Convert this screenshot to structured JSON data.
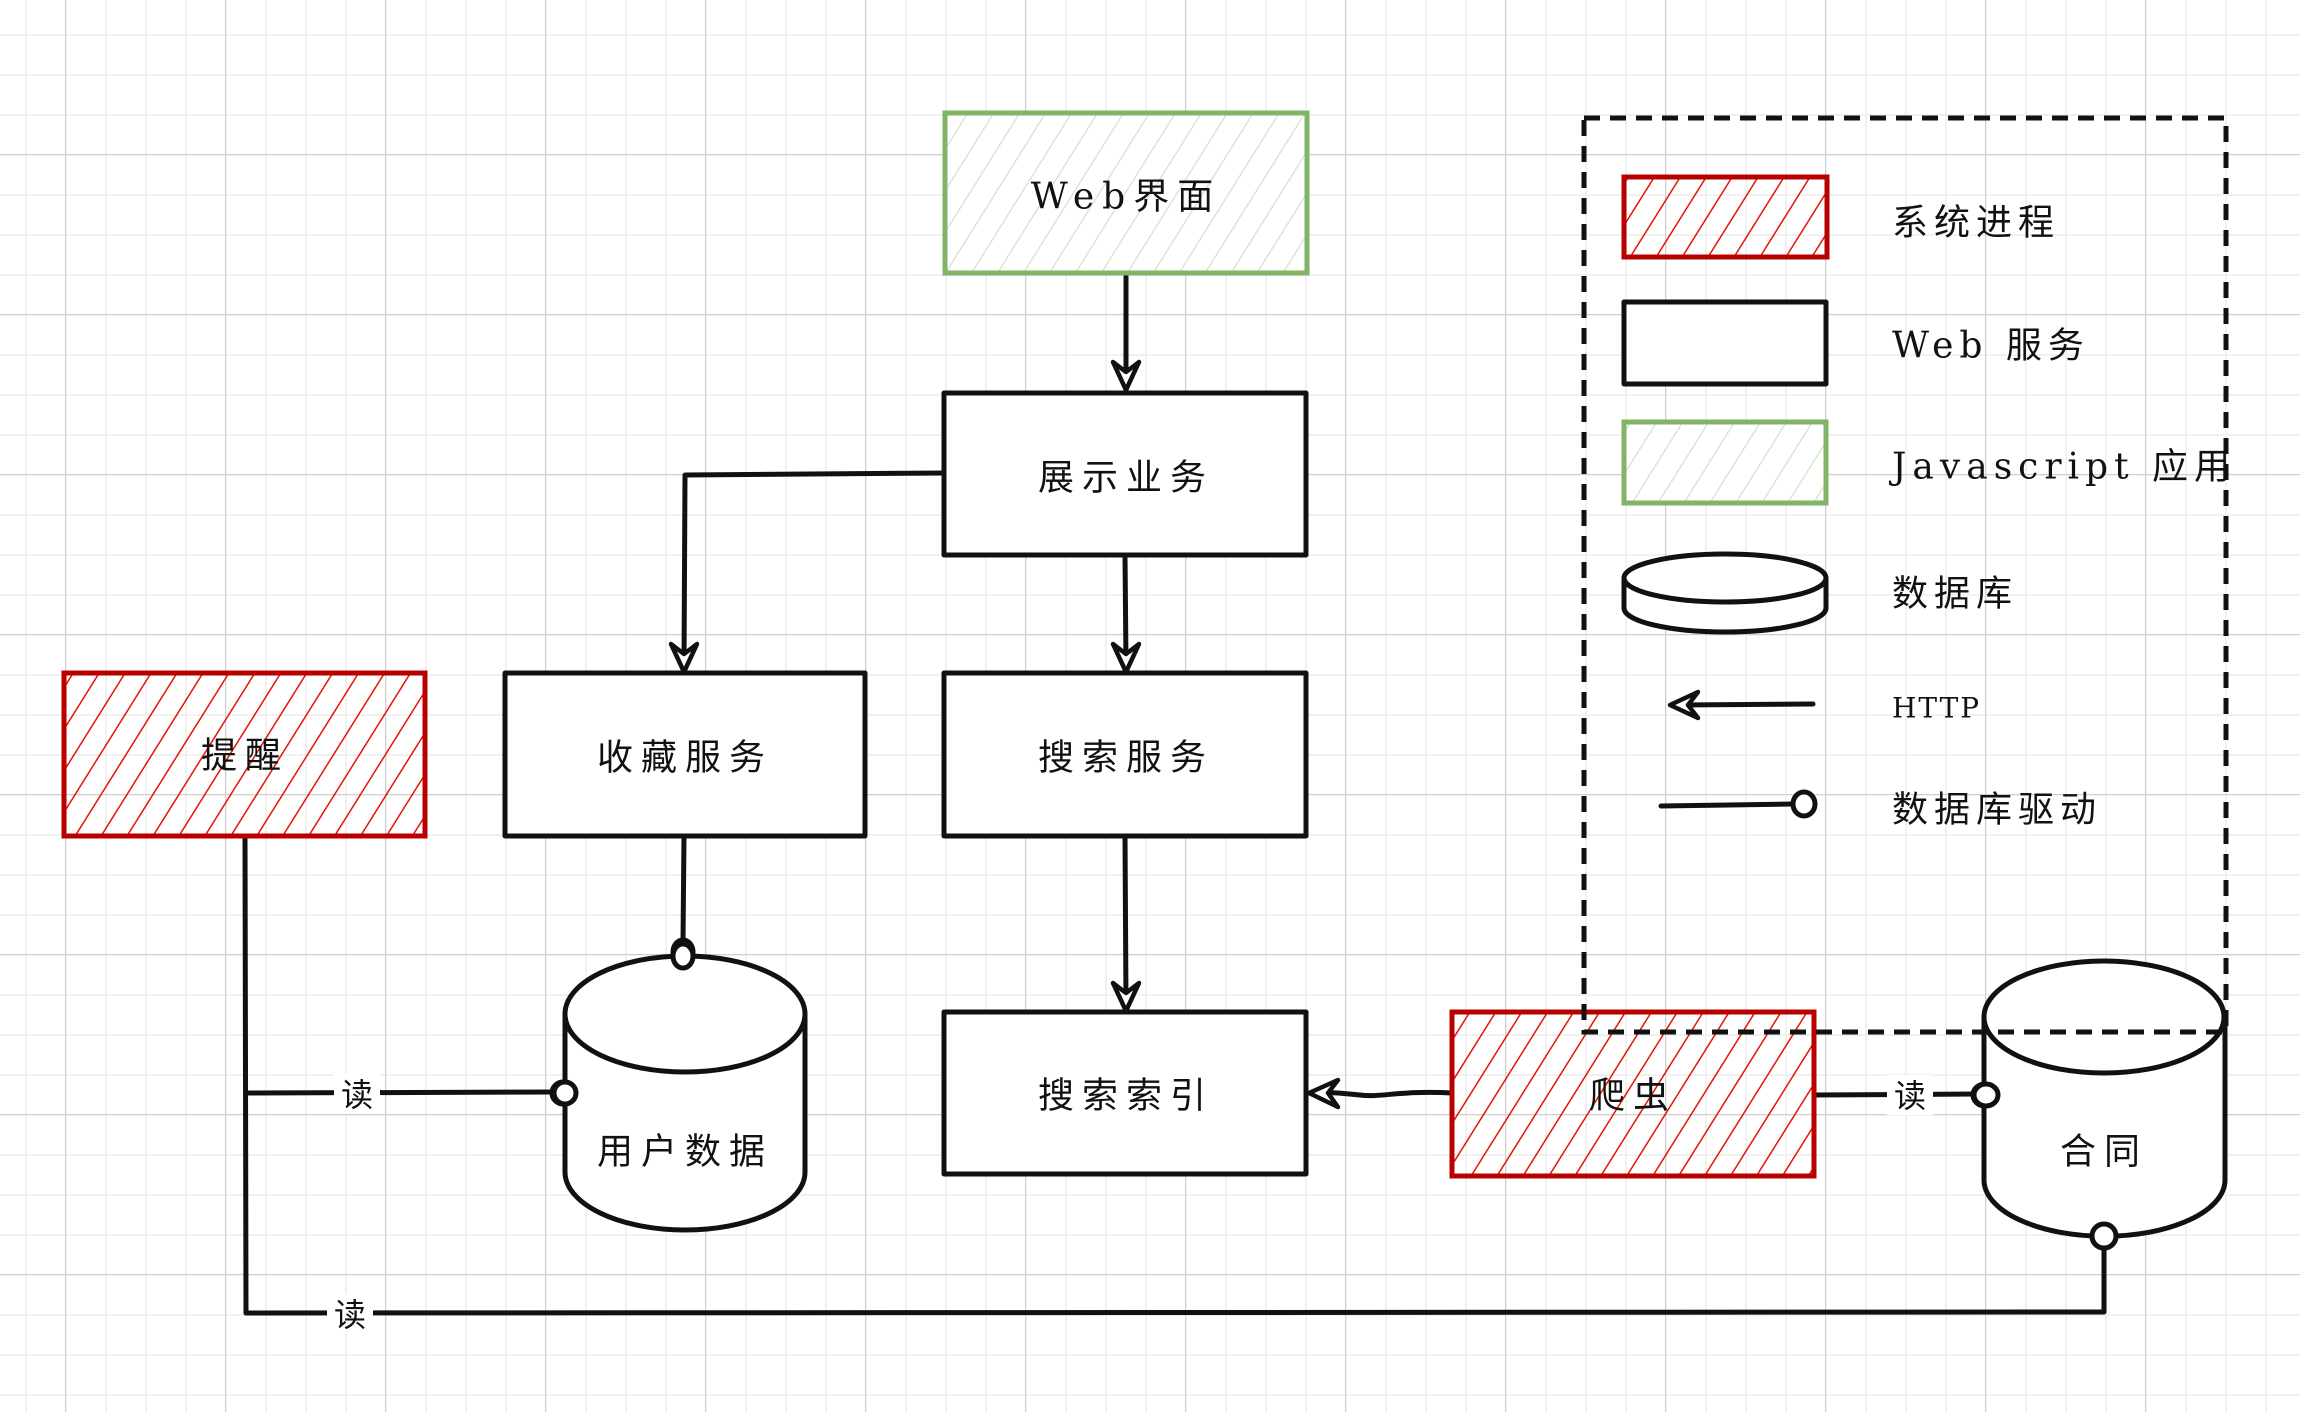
{
  "diagram": {
    "nodes": {
      "web_ui": {
        "label": "Web界面",
        "kind": "javascript-app"
      },
      "display_service": {
        "label": "展示业务",
        "kind": "web-service"
      },
      "favorites_service": {
        "label": "收藏服务",
        "kind": "web-service"
      },
      "search_service": {
        "label": "搜索服务",
        "kind": "web-service"
      },
      "search_index": {
        "label": "搜索索引",
        "kind": "web-service"
      },
      "reminder": {
        "label": "提醒",
        "kind": "system-process"
      },
      "crawler": {
        "label": "爬虫",
        "kind": "system-process"
      },
      "user_data": {
        "label": "用户数据",
        "kind": "database"
      },
      "contracts": {
        "label": "合同",
        "kind": "database"
      }
    },
    "edges": [
      {
        "from": "Web界面",
        "to": "展示业务",
        "type": "HTTP"
      },
      {
        "from": "展示业务",
        "to": "收藏服务",
        "type": "HTTP"
      },
      {
        "from": "展示业务",
        "to": "搜索服务",
        "type": "HTTP"
      },
      {
        "from": "搜索服务",
        "to": "搜索索引",
        "type": "HTTP"
      },
      {
        "from": "爬虫",
        "to": "搜索索引",
        "type": "HTTP"
      },
      {
        "from": "收藏服务",
        "to": "用户数据",
        "type": "数据库驱动"
      },
      {
        "from": "提醒",
        "to": "用户数据",
        "type": "数据库驱动",
        "label": "读"
      },
      {
        "from": "爬虫",
        "to": "合同",
        "type": "数据库驱动",
        "label": "读"
      },
      {
        "from": "提醒",
        "to": "合同",
        "type": "数据库驱动",
        "label": "读"
      }
    ],
    "edge_labels": {
      "reminder_to_user_data": "读",
      "crawler_to_contracts": "读",
      "reminder_to_contracts": "读"
    }
  },
  "legend": {
    "items": [
      {
        "label": "系统进程",
        "shape": "red-hatched-box"
      },
      {
        "label": "Web 服务",
        "shape": "white-box"
      },
      {
        "label": "Javascript 应用",
        "shape": "green-hatched-box"
      },
      {
        "label": "数据库",
        "shape": "cylinder"
      },
      {
        "label": "HTTP",
        "shape": "open-arrow"
      },
      {
        "label": "数据库驱动",
        "shape": "line-with-circle"
      }
    ]
  },
  "colors": {
    "process_stroke": "#b80000",
    "process_hatch": "#e51400",
    "js_stroke": "#82b366",
    "js_hatch": "#cfe3c8",
    "line": "#111111",
    "grid_major": "#cfcfcf",
    "grid_minor": "#f1f1f1"
  }
}
